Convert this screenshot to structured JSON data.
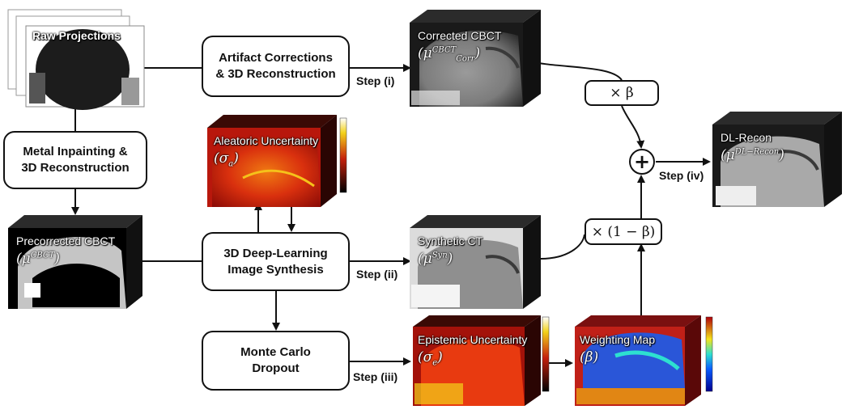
{
  "nodes": {
    "raw_projections": "Raw Projections",
    "artifact_corrections": "Artifact Corrections\n& 3D Reconstruction",
    "metal_inpainting": "Metal Inpainting &\n3D Reconstruction",
    "deep_learning": "3D Deep-Learning\nImage Synthesis",
    "monte_carlo": "Monte Carlo\nDropout"
  },
  "volumes": {
    "corrected_cbct": {
      "label": "Corrected CBCT",
      "symbol": "μ",
      "sup": "CBCT",
      "sub": "Corr"
    },
    "precorrected_cbct": {
      "label": "Precorrected CBCT",
      "symbol": "μ",
      "sup": "CBCT"
    },
    "aleatoric": {
      "label": "Aleatoric Uncertainty",
      "symbol": "σ",
      "sub": "a"
    },
    "synthetic_ct": {
      "label": "Synthetic CT",
      "symbol": "μ",
      "sup": "Syn"
    },
    "epistemic": {
      "label": "Epistemic Uncertainty",
      "symbol": "σ",
      "sub": "e"
    },
    "weighting_map": {
      "label": "Weighting Map",
      "symbol": "β"
    },
    "dl_recon": {
      "label": "DL-Recon",
      "symbol": "μ",
      "sup": "DL−Recon"
    }
  },
  "operators": {
    "times_beta": "× β",
    "times_one_minus_beta": "× (1 − β)",
    "sum": "+"
  },
  "steps": {
    "step1": "Step (i)",
    "step2": "Step (ii)",
    "step3": "Step (iii)",
    "step4": "Step (iv)"
  },
  "colors": {
    "stroke": "#111111",
    "cbct_gray": "#6b6b6b",
    "heat_red": "#c4200c",
    "heat_yellow": "#f3d21a",
    "map_blue": "#2a56d8"
  }
}
